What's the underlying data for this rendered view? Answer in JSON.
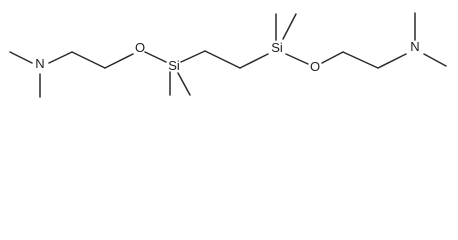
{
  "molecule": {
    "atoms": {
      "n_left": "N",
      "o_left": "O",
      "si_left": "Si",
      "si_right": "Si",
      "o_right": "O",
      "n_right": "N"
    }
  }
}
